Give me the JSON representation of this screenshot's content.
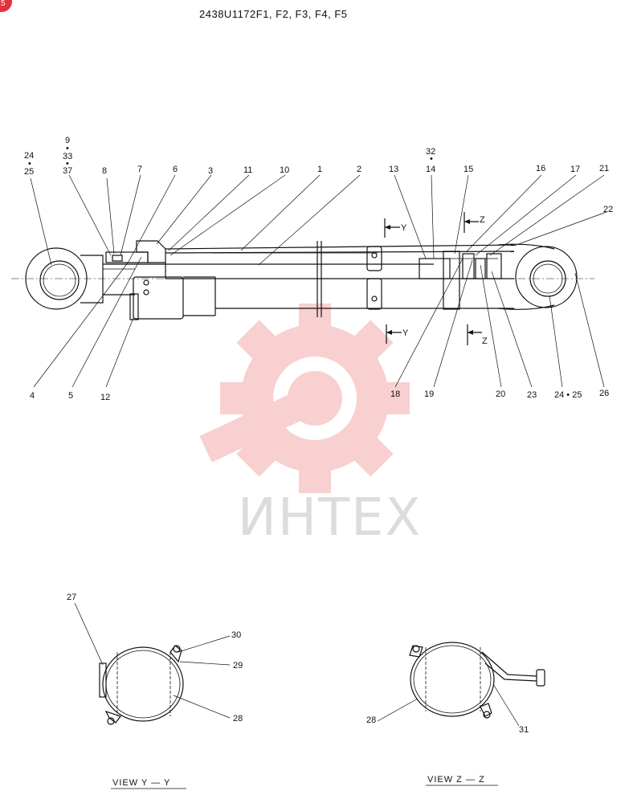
{
  "title": "2438U1172F1, F2, F3, F4, F5",
  "watermark": "ИНТЕХ",
  "corner_badge": "5",
  "callouts": {
    "c24a": "24",
    "dotA1": "•",
    "c25a": "25",
    "c9": "9",
    "dotA2": "•",
    "c33": "33",
    "dotA3": "•",
    "c37": "37",
    "c8": "8",
    "c7": "7",
    "c6": "6",
    "c3": "3",
    "c11": "11",
    "c10": "10",
    "c1": "1",
    "c2": "2",
    "c13": "13",
    "c32": "32",
    "dotB": "•",
    "c14": "14",
    "c15": "15",
    "c16": "16",
    "c17": "17",
    "c21": "21",
    "c22": "22",
    "c4": "4",
    "c5": "5",
    "c12": "12",
    "c18": "18",
    "c19": "19",
    "c20": "20",
    "c23": "23",
    "c24_25b": "24 • 25",
    "c26": "26",
    "c27": "27",
    "c30": "30",
    "c29": "29",
    "c28a": "28",
    "c28b": "28",
    "c31": "31"
  },
  "section_marks": {
    "y": "Y",
    "z": "Z"
  },
  "views": {
    "yy": "VIEW Y — Y",
    "zz": "VIEW Z — Z"
  }
}
